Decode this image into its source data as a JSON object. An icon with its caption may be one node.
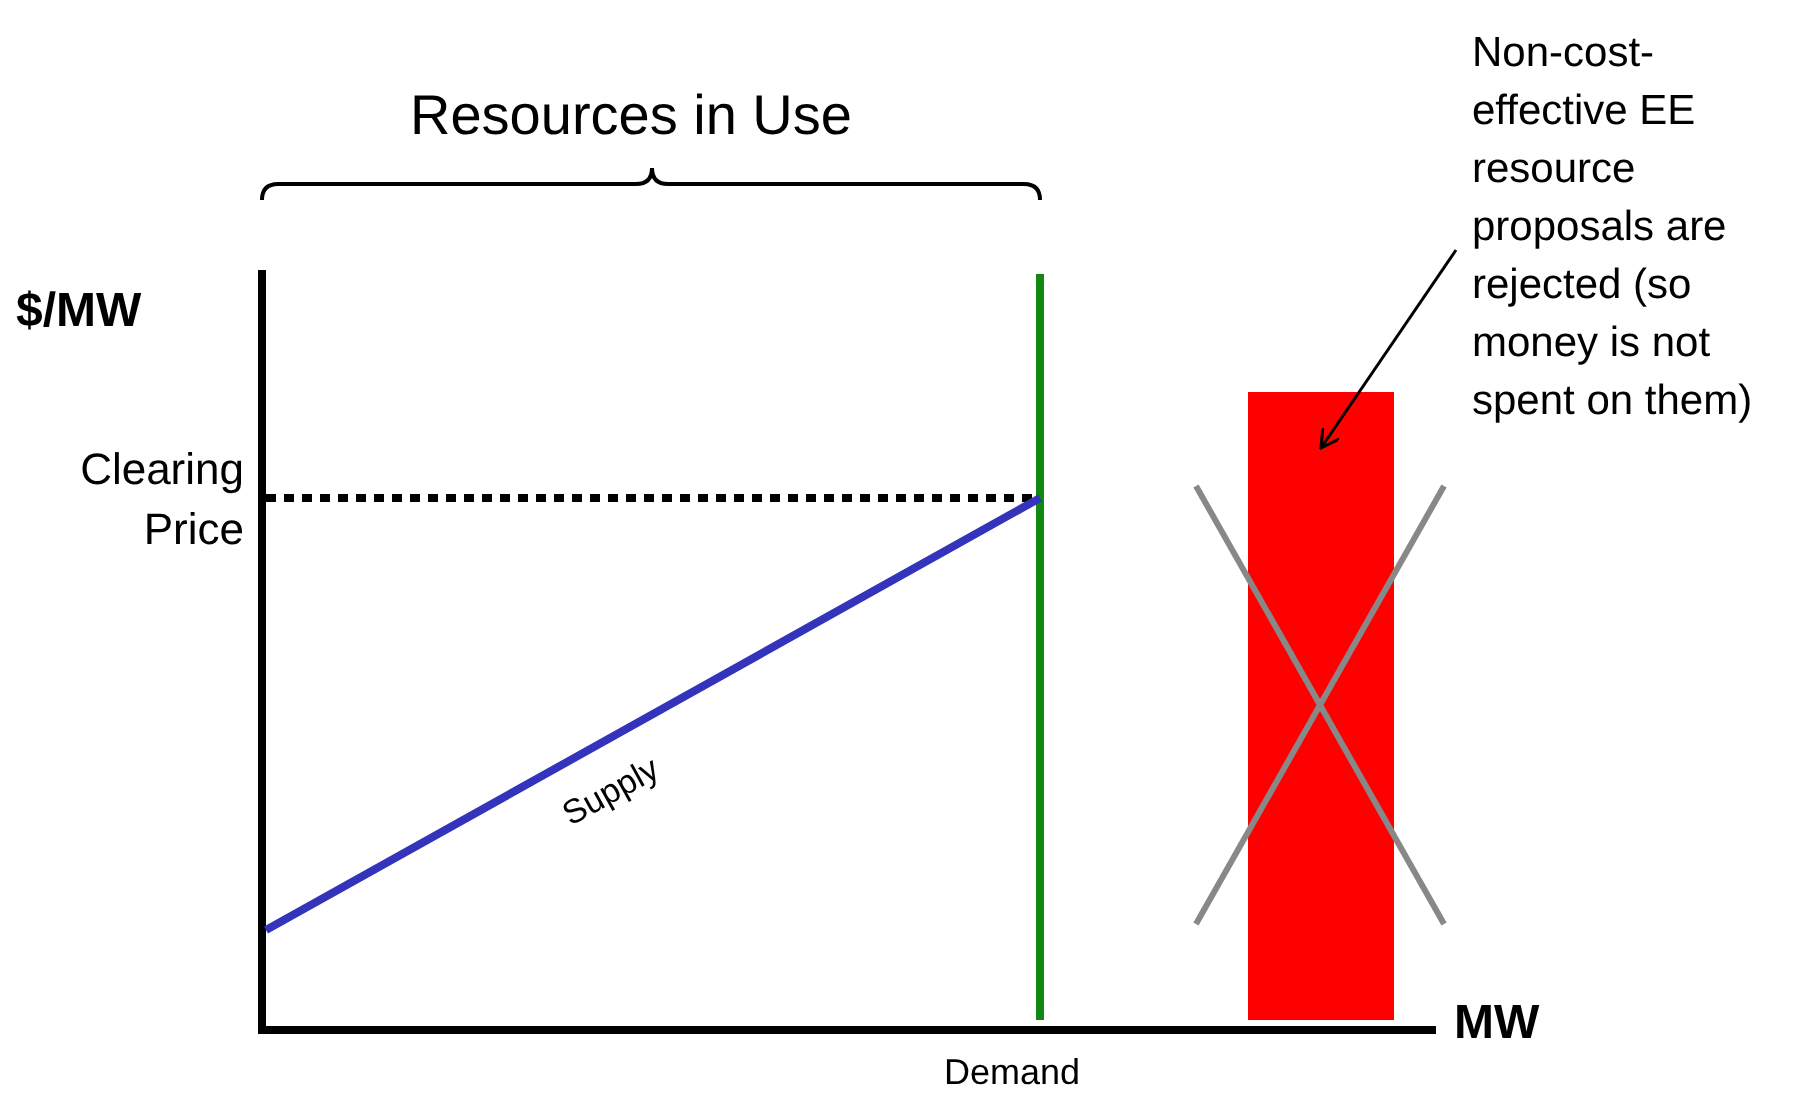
{
  "diagram": {
    "nodes": [
      {
        "text": [
          "Non-cost-effective EE resource proposals are rejected (so money is not spent on them)"
        ]
      },
      {
        "text": [],
        "shape": "bar"
      }
    ],
    "edges": [
      {
        "from": 0,
        "to": 1,
        "arrow": "to"
      }
    ],
    "labels": [
      "Resources in Use",
      "$/MW",
      "Clearing Price",
      "Supply",
      "MW",
      "Demand"
    ]
  }
}
